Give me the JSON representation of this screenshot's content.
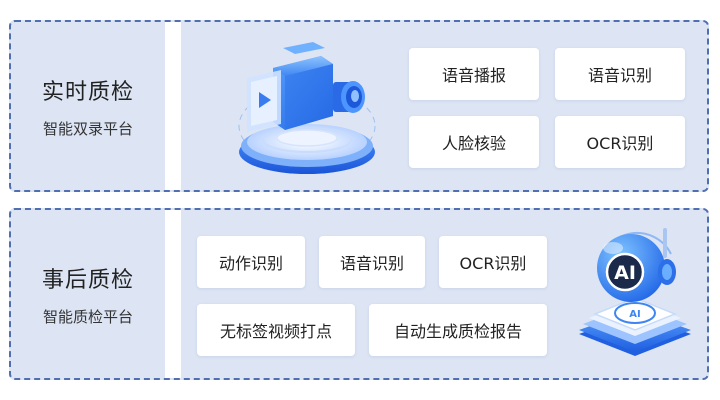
{
  "realtime": {
    "title": "实时质检",
    "subtitle": "智能双录平台",
    "items": [
      {
        "label": "语音播报"
      },
      {
        "label": "语音识别"
      },
      {
        "label": "人脸核验"
      },
      {
        "label": "OCR识别"
      }
    ],
    "illustration_icon": "video-camera-icon"
  },
  "post": {
    "title": "事后质检",
    "subtitle": "智能质检平台",
    "items": [
      {
        "label": "动作识别"
      },
      {
        "label": "语音识别"
      },
      {
        "label": "OCR识别"
      },
      {
        "label": "无标签视频打点"
      },
      {
        "label": "自动生成质检报告"
      }
    ],
    "robot_text": "AI",
    "robot_base_text": "AI",
    "illustration_icon": "ai-robot-icon"
  },
  "colors": {
    "panel_bg": "#dde5f4",
    "border": "#4f6fb0",
    "accent": "#1f6ef0"
  }
}
